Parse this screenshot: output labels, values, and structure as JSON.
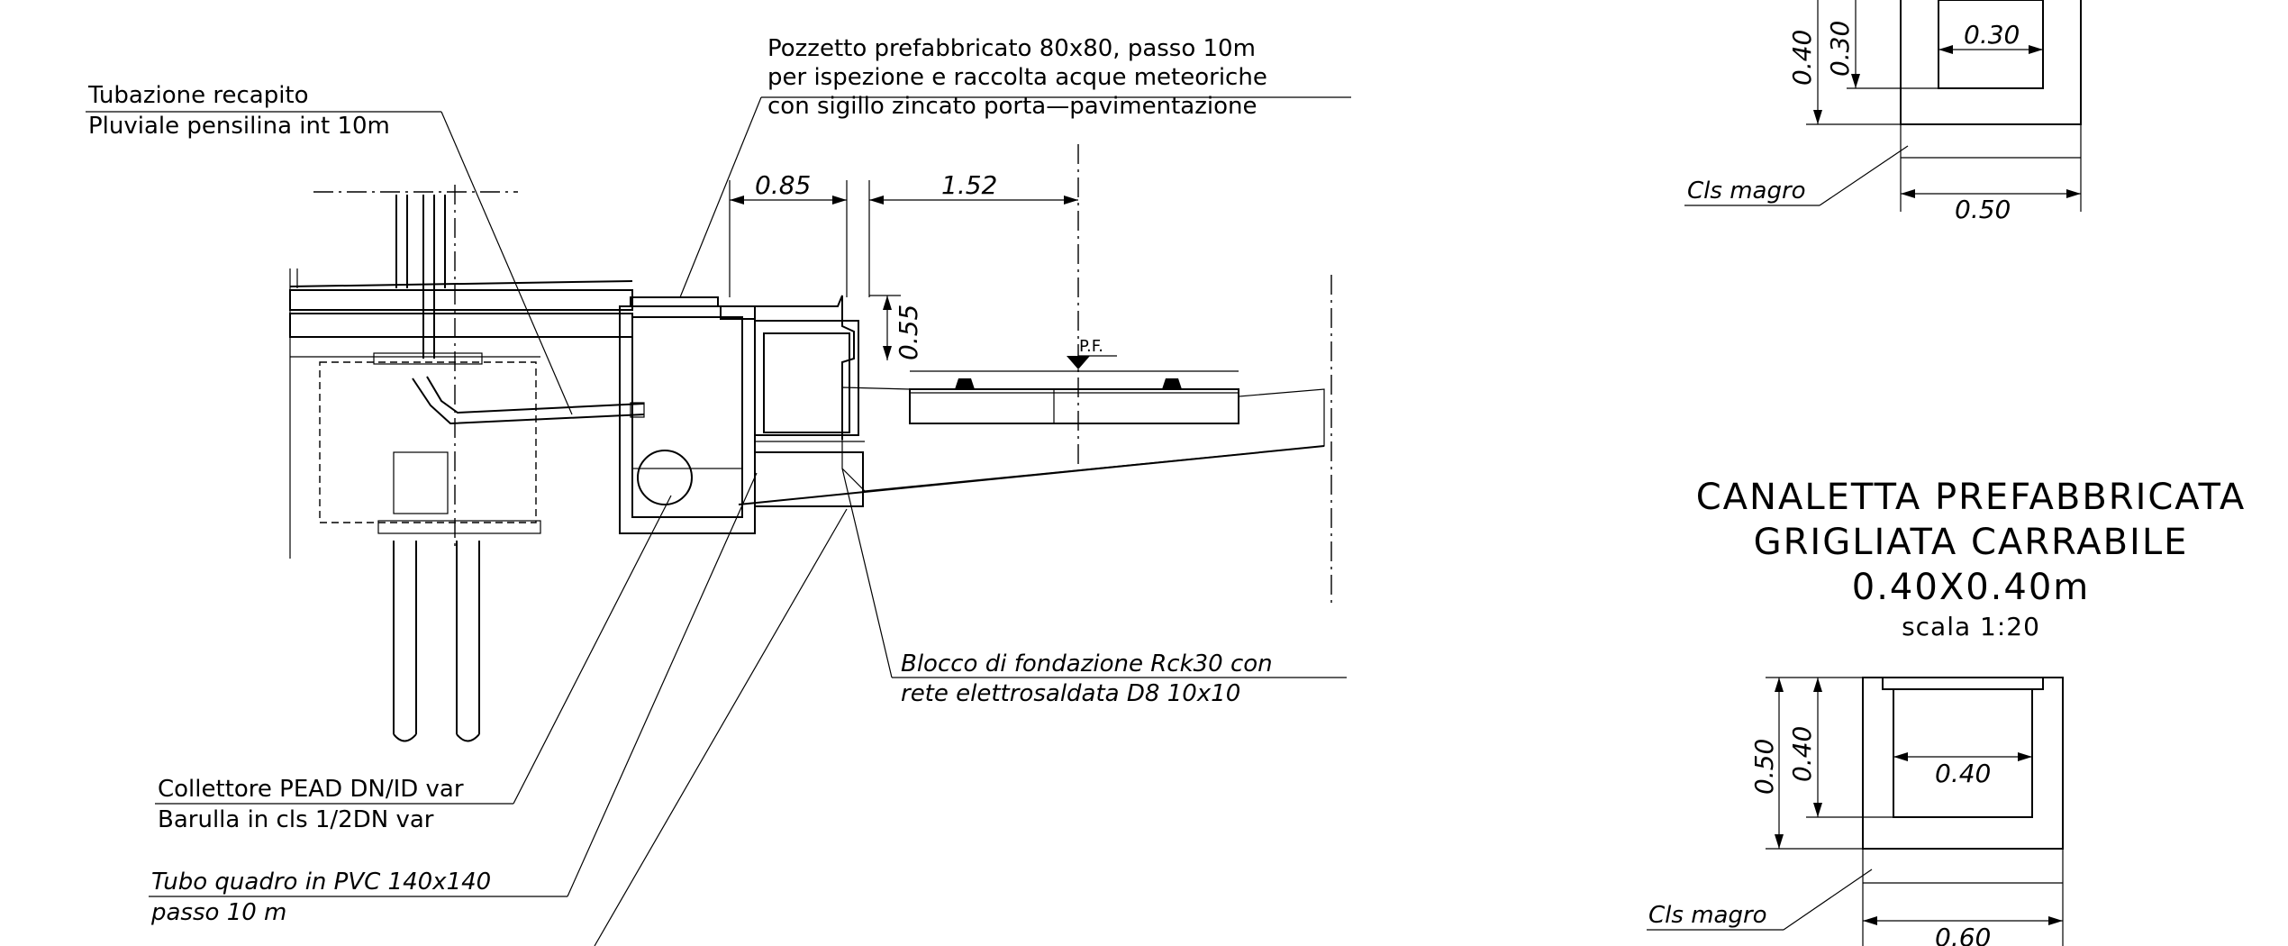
{
  "labels": {
    "tubazione_l1": "Tubazione recapito",
    "tubazione_l2": "Pluviale pensilina int 10m",
    "pozzetto_l1": "Pozzetto prefabbricato 80x80, passo 10m",
    "pozzetto_l2": "per ispezione e raccolta acque meteoriche",
    "pozzetto_l3": "con sigillo zincato porta—pavimentazione",
    "blocco_l1": "Blocco di fondazione Rck30 con",
    "blocco_l2": "rete elettrosaldata D8 10x10",
    "collettore_l1": "Collettore PEAD DN/ID var",
    "collettore_l2": "Barulla in cls 1/2DN var",
    "tubo_l1": "Tubo quadro in PVC 140x140",
    "tubo_l2": "passo 10 m",
    "pf": "P.F."
  },
  "section_dims": {
    "d085": "0.85",
    "d152": "1.52",
    "d055": "0.55"
  },
  "top_detail": {
    "outer_h": "0.40",
    "inner_h": "0.30",
    "inner_w": "0.30",
    "outer_w": "0.50",
    "cls": "Cls magro"
  },
  "bottom_detail": {
    "title_l1": "CANALETTA PREFABBRICATA",
    "title_l2": "GRIGLIATA CARRABILE",
    "title_l3": "0.40X0.40m",
    "scale": "scala 1:20",
    "outer_h": "0.50",
    "inner_h": "0.40",
    "inner_w": "0.40",
    "outer_w": "0.60",
    "cls": "Cls magro"
  }
}
